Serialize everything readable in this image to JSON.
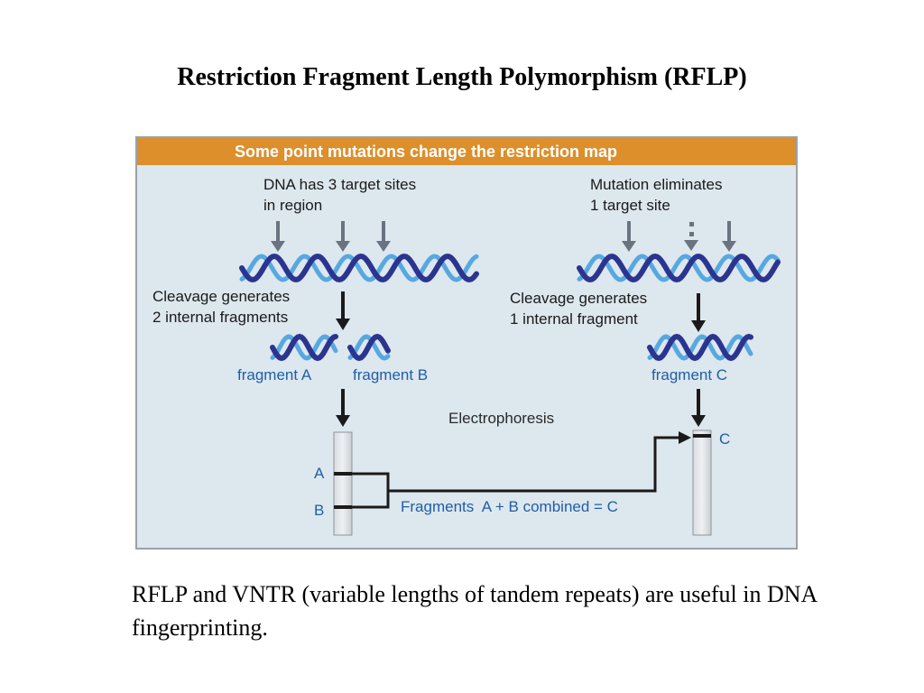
{
  "title": "Restriction Fragment Length Polymorphism (RFLP)",
  "figure": {
    "header": "Some point mutations change the restriction map",
    "left": {
      "heading_line1": "DNA has 3 target sites",
      "heading_line2": "in region",
      "cleavage_line1": "Cleavage generates",
      "cleavage_line2": "2 internal fragments",
      "fragment_a": "fragment A",
      "fragment_b": "fragment B",
      "band_a": "A",
      "band_b": "B"
    },
    "right": {
      "heading_line1": "Mutation eliminates",
      "heading_line2": "1 target site",
      "cleavage_line1": "Cleavage generates",
      "cleavage_line2": "1 internal fragment",
      "fragment_c": "fragment C",
      "band_c": "C"
    },
    "electrophoresis": "Electrophoresis",
    "combined": "Fragments  A + B combined = C",
    "colors": {
      "header_bg": "#dc8f2b",
      "panel_bg": "#dde7ee",
      "dna_dark": "#2b3590",
      "dna_light": "#57a8e0",
      "label_blue": "#1f5fa6",
      "arrow_gray": "#6b7280"
    }
  },
  "caption": "RFLP and VNTR (variable lengths of tandem repeats) are useful in DNA fingerprinting."
}
